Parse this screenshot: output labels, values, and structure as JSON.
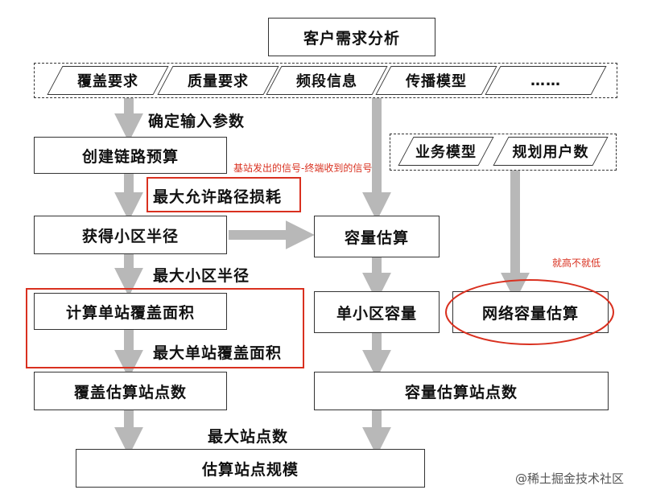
{
  "title": "客户需求分析",
  "inputs": [
    "覆盖要求",
    "质量要求",
    "频段信息",
    "传播模型",
    "……"
  ],
  "service_inputs": [
    "业务模型",
    "规划用户数"
  ],
  "steps": {
    "confirm_params": "确定输入参数",
    "create_budget": "创建链路预算",
    "max_path_loss": "最大允许路径损耗",
    "cell_radius": "获得小区半径",
    "max_cell_radius": "最大小区半径",
    "single_site_area": "计算单站覆盖面积",
    "max_site_area": "最大单站覆盖面积",
    "coverage_site_count": "覆盖估算站点数",
    "capacity_estimate": "容量估算",
    "single_cell_capacity": "单小区容量",
    "network_capacity": "网络容量估算",
    "capacity_site_count": "容量估算站点数",
    "max_site_count": "最大站点数",
    "site_scale": "估算站点规模"
  },
  "annotations": {
    "signal_note": "基站发出的信号-终端收到的信号",
    "peak_note": "就高不就低"
  },
  "watermark": "@稀土掘金技术社区",
  "colors": {
    "arrow": "#b8b8b8",
    "annotation": "#d9301f"
  }
}
